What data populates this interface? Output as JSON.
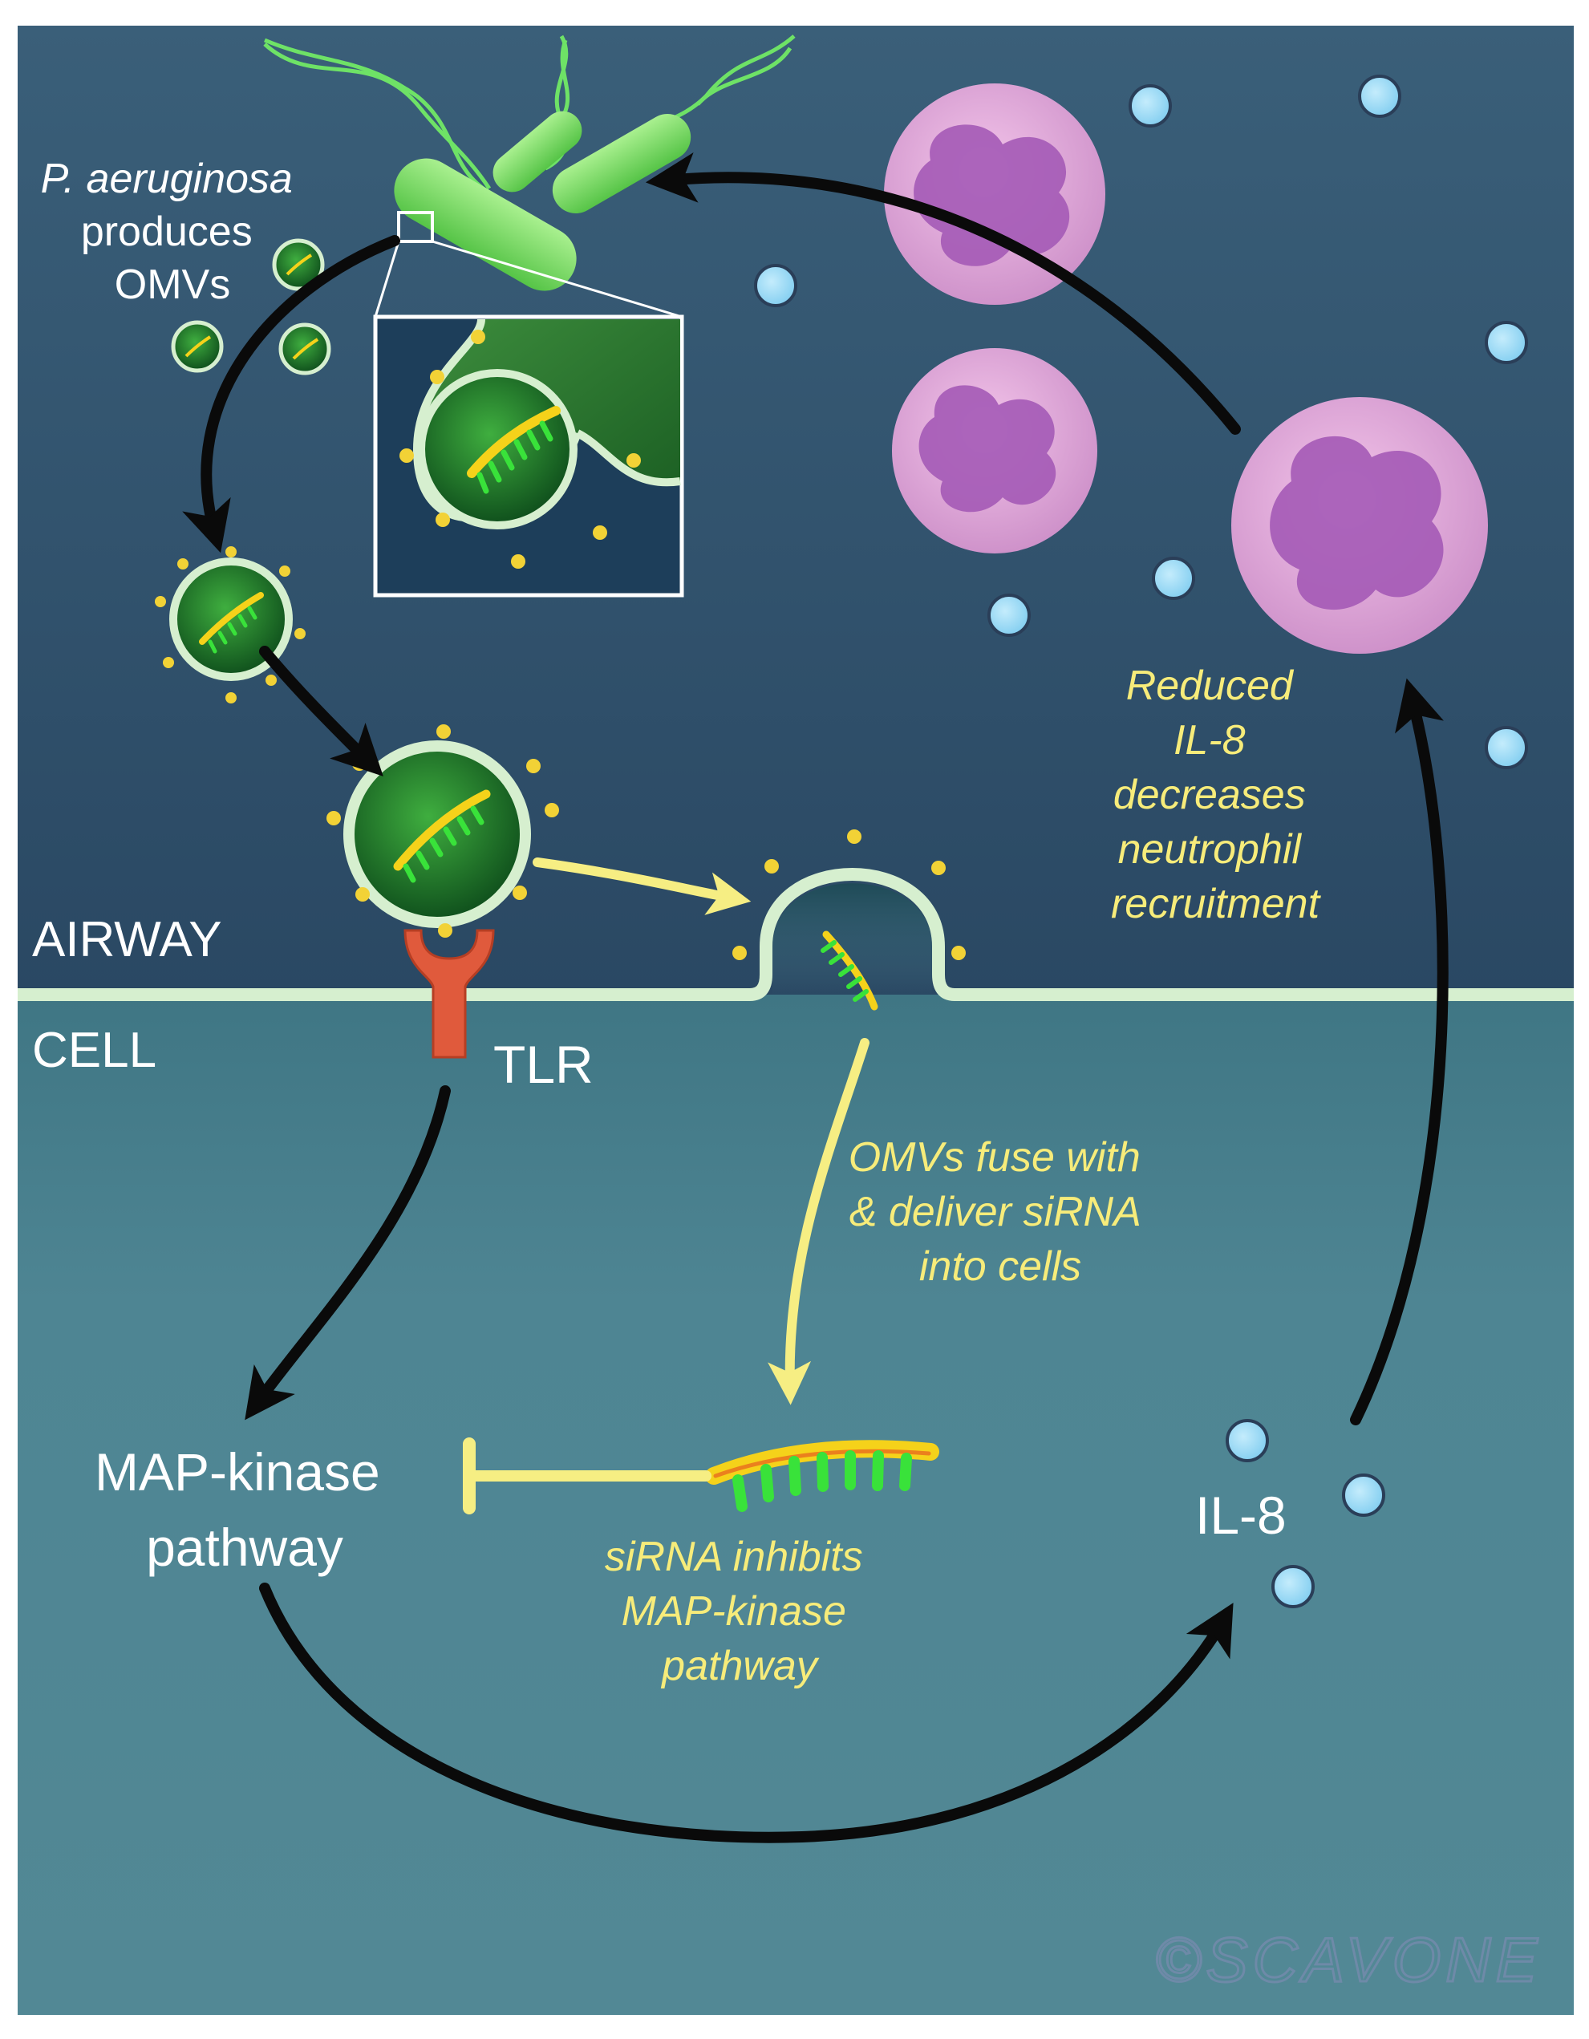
{
  "labels": {
    "omv_source": [
      "P. aeruginosa",
      "produces",
      "OMVs"
    ],
    "airway": "AIRWAY",
    "cell": "CELL",
    "receptor": "TLR",
    "pathway": [
      "MAP-kinase",
      "pathway"
    ],
    "cytokine": "IL-8",
    "fusion_note": [
      "OMVs fuse with",
      "& deliver siRNA",
      "into cells"
    ],
    "inhibition_note": [
      "siRNA inhibits",
      "MAP-kinase",
      "pathway"
    ],
    "recruitment_note": [
      "Reduced",
      "IL-8",
      "decreases",
      "neutrophil",
      "recruitment"
    ],
    "signature": "©SCAVONE"
  },
  "colors": {
    "airway_bg": "#2f4f6a",
    "cell_bg": "#4f8593",
    "membrane": "#cfeacb",
    "bacterium": "#7fdc6a",
    "vesicle": "#1f7a2e",
    "sirna_strand": "#f5d21a",
    "sirna_teeth": "#39e23a",
    "tlr": "#e05a3c",
    "neutrophil": "#e2a0d8",
    "neutrophil_nucleus": "#a45ab6",
    "il8_dot": "#9fdcf6",
    "yellow_arrow": "#f6ee83",
    "black_arrow": "#0a0a0a"
  }
}
